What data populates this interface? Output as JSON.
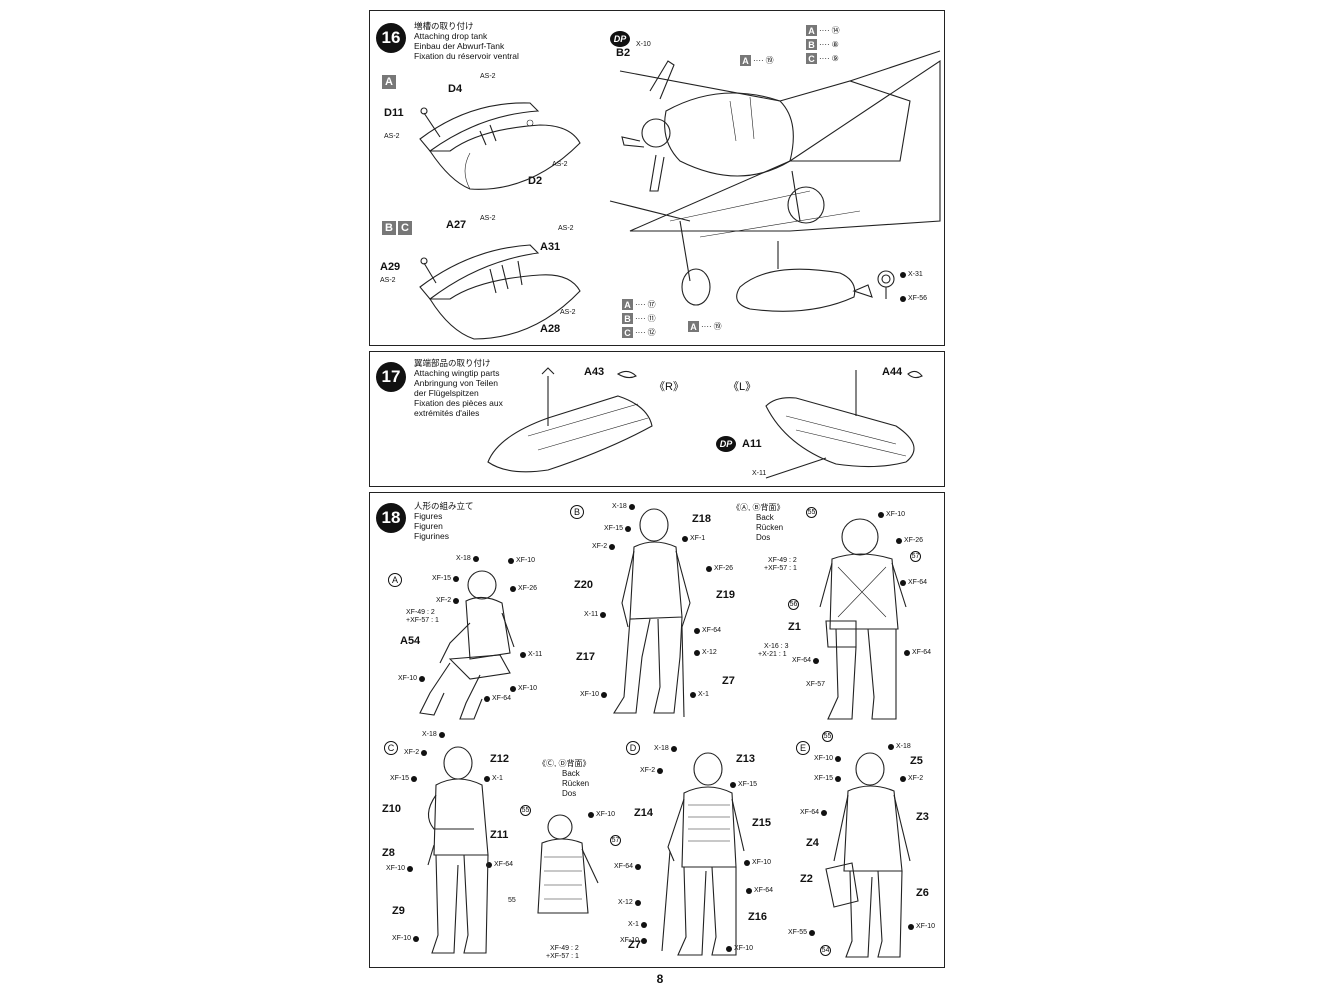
{
  "page_number": "8",
  "step16": {
    "number": "16",
    "title_jp": "増槽の取り付け",
    "title_en": "Attaching drop tank",
    "title_de": "Einbau der Abwurf-Tank",
    "title_fr": "Fixation du réservoir ventral",
    "variant_a": "A",
    "variant_b": "B",
    "variant_c": "C",
    "parts_a": [
      "D4",
      "D11",
      "D2"
    ],
    "parts_bc": [
      "A27",
      "A31",
      "A29",
      "A28"
    ],
    "paint_as2": "AS-2",
    "dp_label": "DP",
    "b2": "B2",
    "x10": "X-10",
    "refs_top": [
      {
        "v": "A",
        "n": "⑭"
      },
      {
        "v": "B",
        "n": "⑧"
      },
      {
        "v": "C",
        "n": "⑨"
      }
    ],
    "ref_a19": {
      "v": "A",
      "n": "⑲"
    },
    "refs_bottom": [
      {
        "v": "A",
        "n": "⑰"
      },
      {
        "v": "B",
        "n": "⑪"
      },
      {
        "v": "C",
        "n": "⑫"
      }
    ],
    "ref_a19_bottom": {
      "v": "A",
      "n": "⑲"
    },
    "detail_paints": [
      "X-31",
      "XF-56"
    ],
    "dots": "····"
  },
  "step17": {
    "number": "17",
    "title_jp": "翼端部品の取り付け",
    "title_en": "Attaching wingtip parts",
    "title_de1": "Anbringung von Teilen",
    "title_de2": "der Flügelspitzen",
    "title_fr1": "Fixation des pièces aux",
    "title_fr2": "extrémités d'ailes",
    "a43": "A43",
    "a44": "A44",
    "right": "《R》",
    "left": "《L》",
    "dp_label": "DP",
    "a11": "A11",
    "x11": "X-11"
  },
  "step18": {
    "number": "18",
    "title_jp": "人形の組み立て",
    "title_en": "Figures",
    "title_de": "Figuren",
    "title_fr": "Figurines",
    "fig_a": {
      "id": "A",
      "part": "A54",
      "paints": [
        "X-18",
        "XF-10",
        "XF-15",
        "XF-26",
        "XF-2",
        "XF-49 : 2",
        "+XF-57 : 1",
        "X-11",
        "XF-10",
        "XF-10",
        "XF-64"
      ]
    },
    "fig_b": {
      "id": "B",
      "parts": [
        "Z18",
        "Z20",
        "Z19",
        "Z17",
        "Z7"
      ],
      "paints": [
        "X-18",
        "XF-15",
        "XF-1",
        "XF-2",
        "XF-26",
        "X-11",
        "XF-64",
        "X-12",
        "XF-10",
        "X-1"
      ]
    },
    "back_ab": {
      "caption": "《Ⓐ, Ⓑ背面》",
      "back": "Back",
      "ruecken": "Rücken",
      "dos": "Dos",
      "part": "Z1",
      "circled": [
        "55",
        "57",
        "56"
      ],
      "paints": [
        "XF-10",
        "XF-26",
        "XF-49 : 2",
        "+XF-57 : 1",
        "XF-64",
        "X-16 : 3",
        "+X-21 : 1",
        "XF-64",
        "XF-64",
        "XF-57"
      ]
    },
    "fig_c": {
      "id": "C",
      "parts": [
        "Z12",
        "Z10",
        "Z11",
        "Z8",
        "Z9"
      ],
      "paints": [
        "X-18",
        "XF-2",
        "XF-15",
        "X-1",
        "XF-64",
        "XF-10",
        "XF-10"
      ]
    },
    "back_cd": {
      "caption": "《Ⓒ, Ⓓ背面》",
      "back": "Back",
      "ruecken": "Rücken",
      "dos": "Dos",
      "circled": [
        "55",
        "57"
      ],
      "label55": "55",
      "paints": [
        "XF-10",
        "XF-49 : 2",
        "+XF-57 : 1"
      ]
    },
    "fig_d": {
      "id": "D",
      "parts": [
        "Z13",
        "Z14",
        "Z15",
        "Z16",
        "Z7"
      ],
      "paints": [
        "X-18",
        "XF-2",
        "XF-15",
        "XF-10",
        "XF-64",
        "XF-64",
        "X-12",
        "X-1",
        "XF-10",
        "XF-10"
      ]
    },
    "fig_e": {
      "id": "E",
      "parts": [
        "Z5",
        "Z3",
        "Z4",
        "Z2",
        "Z6"
      ],
      "circled": [
        "55",
        "54"
      ],
      "paints": [
        "X-18",
        "XF-10",
        "XF-15",
        "XF-2",
        "XF-64",
        "XF-55",
        "XF-10"
      ]
    }
  }
}
